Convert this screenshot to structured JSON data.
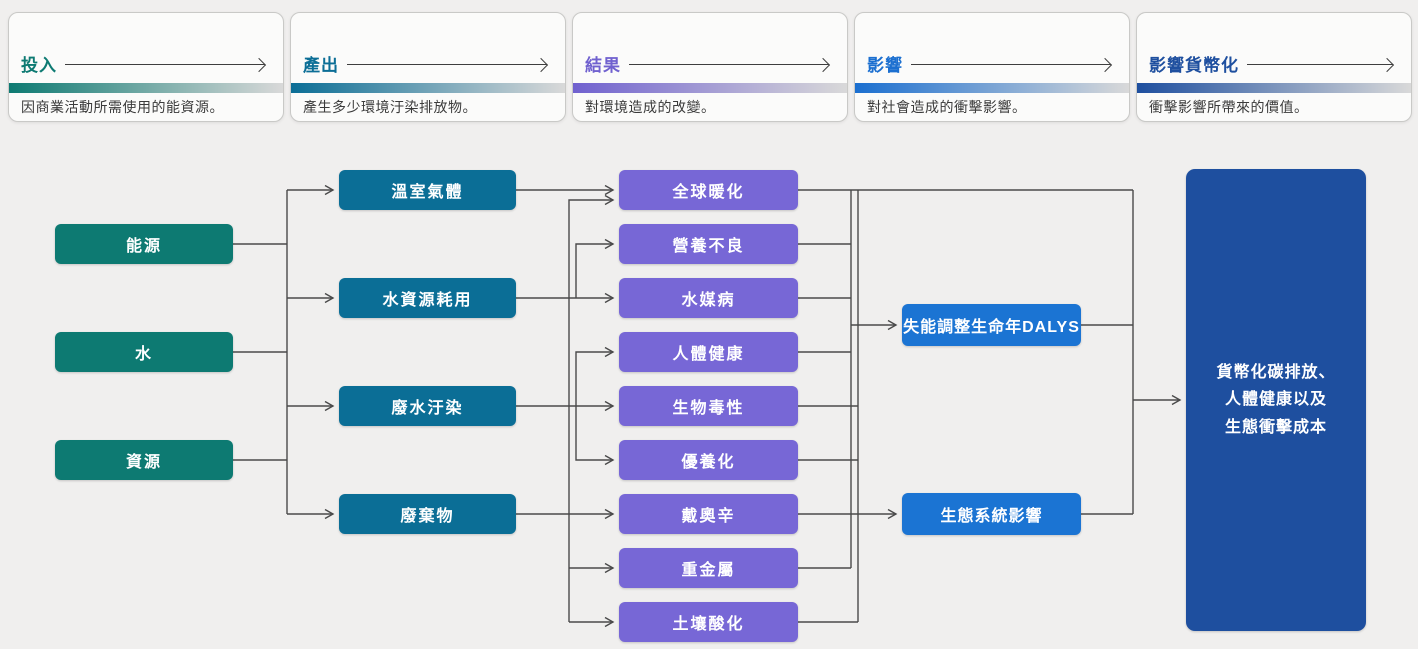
{
  "stages": [
    {
      "title": "投入",
      "description": "因商業活動所需使用的能資源。",
      "color": "#0d7a72"
    },
    {
      "title": "產出",
      "description": "產生多少環境汙染排放物。",
      "color": "#0b6e96"
    },
    {
      "title": "結果",
      "description": "對環境造成的改變。",
      "color": "#7061cf"
    },
    {
      "title": "影響",
      "description": "對社會造成的衝擊影響。",
      "color": "#1b6fd0"
    },
    {
      "title": "影響貨幣化",
      "description": "衝擊影響所帶來的價值。",
      "color": "#1e4f9f"
    }
  ],
  "nodes": {
    "inputs": [
      {
        "label": "能源"
      },
      {
        "label": "水"
      },
      {
        "label": "資源"
      }
    ],
    "outputs": [
      {
        "label": "溫室氣體"
      },
      {
        "label": "水資源耗用"
      },
      {
        "label": "廢水汙染"
      },
      {
        "label": "廢棄物"
      }
    ],
    "outcomes": [
      {
        "label": "全球暖化"
      },
      {
        "label": "營養不良"
      },
      {
        "label": "水媒病"
      },
      {
        "label": "人體健康"
      },
      {
        "label": "生物毒性"
      },
      {
        "label": "優養化"
      },
      {
        "label": "戴奧辛"
      },
      {
        "label": "重金屬"
      },
      {
        "label": "土壤酸化"
      }
    ],
    "impacts": [
      {
        "label": "失能調整生命年DALYS"
      },
      {
        "label": "生態系統影響"
      }
    ],
    "monetization": {
      "lines": [
        "貨幣化碳排放、",
        "人體健康以及",
        "生態衝擊成本"
      ]
    }
  },
  "edges": [
    "能源+水+資源 → 溫室氣體 / 水資源耗用 / 廢水汙染 / 廢棄物",
    "溫室氣體 → 全球暖化",
    "水資源耗用 → 營養不良 / 水媒病",
    "廢水汙染 → 人體健康 / 生物毒性 / 優養化",
    "廢棄物 → 全球暖化 / 戴奧辛 / 重金屬 / 土壤酸化",
    "營養不良 / 水媒病 / 人體健康 / 重金屬 → 失能調整生命年DALYS",
    "生物毒性 / 優養化 / 戴奧辛 / 土壤酸化 → 生態系統影響",
    "全球暖化 + 失能調整生命年DALYS + 生態系統影響 → 貨幣化碳排放、人體健康以及生態衝擊成本"
  ],
  "palette": {
    "input_teal": "#0d7a72",
    "output_blue_teal": "#0b6e96",
    "outcome_purple": "#7767d6",
    "impact_blue": "#1b74d3",
    "monetization_navy": "#1e4f9f",
    "connector_gray": "#4a4a4a",
    "bar_fade_gray": "#d9d9d9",
    "page_background": "#f0efee"
  }
}
